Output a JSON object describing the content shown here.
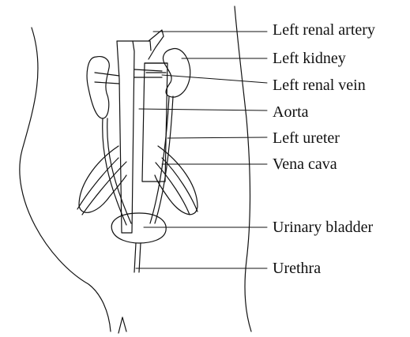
{
  "diagram": {
    "labels": [
      "Left renal artery",
      "Left kidney",
      "Left renal vein",
      "Aorta",
      "Left ureter",
      "Vena cava",
      "Urinary bladder",
      "Urethra"
    ]
  },
  "colors": {
    "ink": "#111111",
    "background": "#ffffff"
  }
}
